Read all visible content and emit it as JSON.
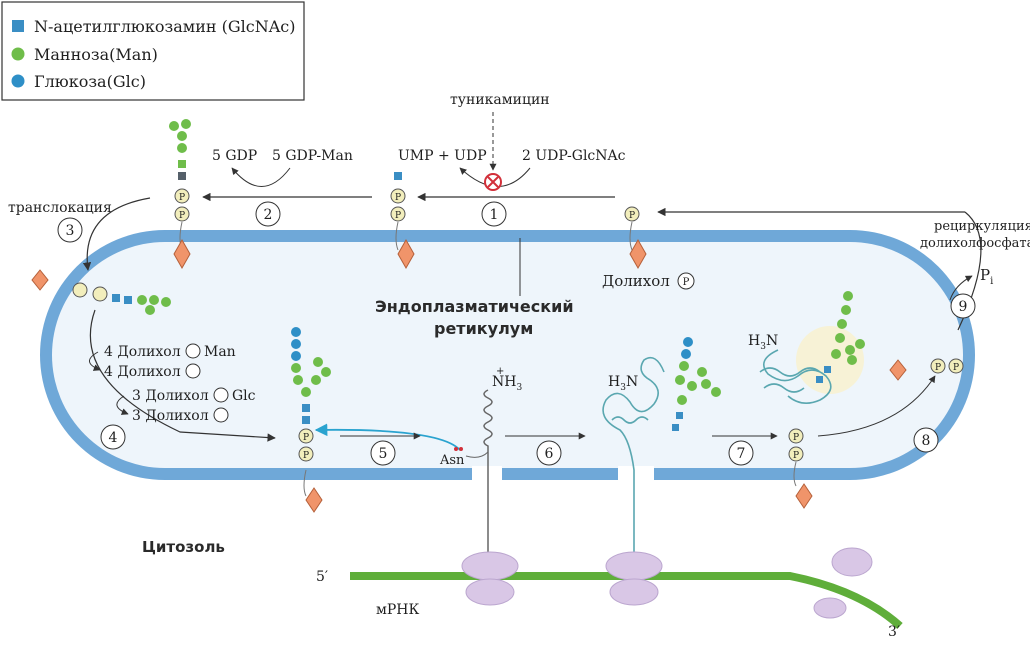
{
  "legend": {
    "items": [
      {
        "label": "N-ацетилглюкозамин (GlcNAc)",
        "shape": "square",
        "color": "#3a8ec4"
      },
      {
        "label": "Манноза(Man)",
        "shape": "circle",
        "color": "#6fbd4a"
      },
      {
        "label": "Глюкоза(Glc)",
        "shape": "circle",
        "color": "#2e8fc7"
      }
    ]
  },
  "labels": {
    "tunicamycin": "туникамицин",
    "ump_udp": "UMP + UDP",
    "udp_glcnac": "2 UDP-GlcNAc",
    "gdp": "5 GDP",
    "gdp_man": "5 GDP-Man",
    "translocation": "транслокация",
    "recycling_line1": "рециркуляция",
    "recycling_line2": "долихолфосфата",
    "dolichol_p": "Долихол",
    "er_line1": "Эндоплазматический",
    "er_line2": "ретикулум",
    "pi": "P",
    "pi_sub": "i",
    "step4_a": "4 Долихол",
    "step4_a_suffix": "Man",
    "step4_b": "4 Долихол",
    "step4_c": "3 Долихол",
    "step4_c_suffix": "Glc",
    "step4_d": "3 Долихол",
    "asn": "Asn",
    "nh3": "NH",
    "h3n": "H",
    "cytosol": "Цитозоль",
    "mrna": "мРНК",
    "five_prime": "5′",
    "three_prime": "3′",
    "p": "P"
  },
  "steps": [
    "1",
    "2",
    "3",
    "4",
    "5",
    "6",
    "7",
    "8",
    "9"
  ],
  "colors": {
    "membrane": "#6fa8d8",
    "lumen": "#eef5fb",
    "mannose": "#6fbd4a",
    "glucose": "#2e8fc7",
    "glcnac": "#3a8ec4",
    "phosphate": "#f2eebc",
    "dolichol": "#f0946a",
    "protein": "#5aa7b0",
    "mrna": "#5fae3a",
    "ribosome": "#d9c7e6"
  }
}
